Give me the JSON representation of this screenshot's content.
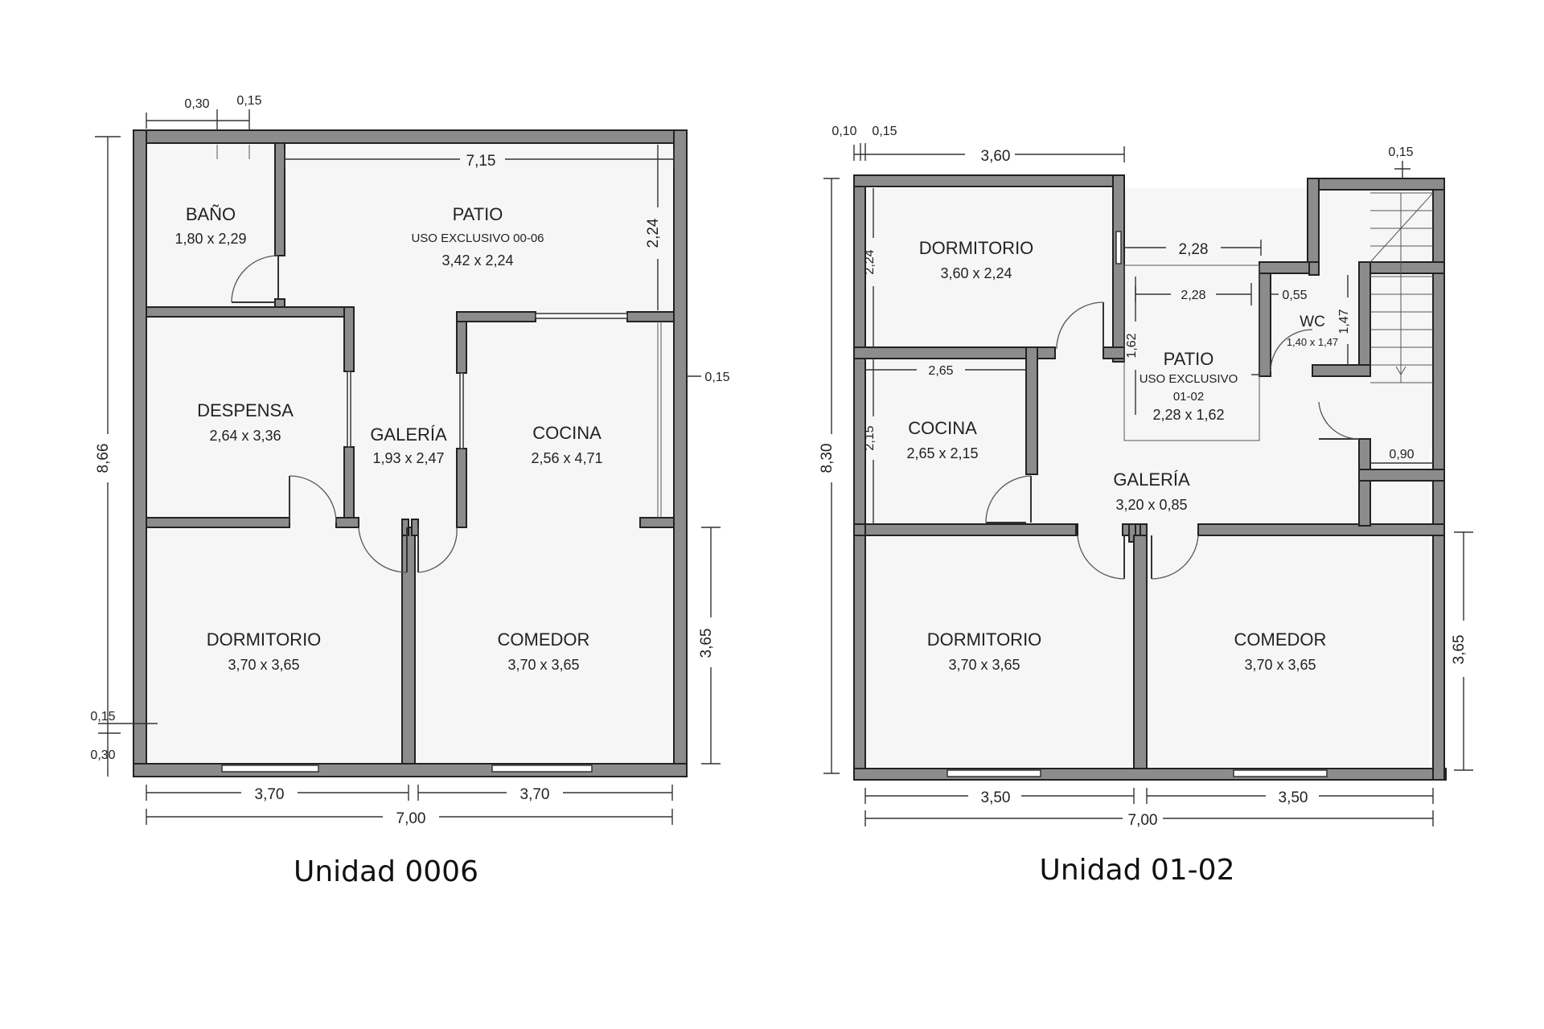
{
  "unit_a": {
    "title": "Unidad 0006",
    "rooms": {
      "bano": {
        "name": "BAÑO",
        "size": "1,80 x 2,29"
      },
      "patio": {
        "name": "PATIO",
        "note": "USO EXCLUSIVO 00-06",
        "size": "3,42 x 2,24"
      },
      "despensa": {
        "name": "DESPENSA",
        "size": "2,64 x 3,36"
      },
      "galeria": {
        "name": "GALERÍA",
        "size": "1,93 x 2,47"
      },
      "cocina": {
        "name": "COCINA",
        "size": "2,56 x 4,71"
      },
      "dormitorio": {
        "name": "DORMITORIO",
        "size": "3,70 x 3,65"
      },
      "comedor": {
        "name": "COMEDOR",
        "size": "3,70 x 3,65"
      }
    },
    "dims": {
      "top_030": "0,30",
      "top_015": "0,15",
      "patio_width": "7,15",
      "patio_depth": "2,24",
      "right_015": "0,15",
      "total_height": "8,66",
      "comedor_height": "3,65",
      "bottom_left_015": "0,15",
      "bottom_left_030": "0,30",
      "bottom_left_width": "3,70",
      "bottom_right_width": "3,70",
      "total_width": "7,00"
    }
  },
  "unit_b": {
    "title": "Unidad 01-02",
    "rooms": {
      "dormitorio_top": {
        "name": "DORMITORIO",
        "size": "3,60 x 2,24"
      },
      "cocina": {
        "name": "COCINA",
        "size": "2,65 x 2,15"
      },
      "patio": {
        "name": "PATIO",
        "note1": "USO EXCLUSIVO",
        "note2": "01-02",
        "size": "2,28 x 1,62"
      },
      "wc": {
        "name": "WC",
        "size": "1,40 x 1,47"
      },
      "galeria": {
        "name": "GALERÍA",
        "size": "3,20 x 0,85"
      },
      "dormitorio": {
        "name": "DORMITORIO",
        "size": "3,70 x 3,65"
      },
      "comedor": {
        "name": "COMEDOR",
        "size": "3,70 x 3,65"
      }
    },
    "dims": {
      "top_010": "0,10",
      "top_015": "0,15",
      "top_width": "3,60",
      "stair_015": "0,15",
      "patio_228_a": "2,28",
      "patio_228_b": "2,28",
      "wc_055": "0,55",
      "wc_147": "1,47",
      "patio_162": "1,62",
      "dorm_224": "2,24",
      "cocina_265": "2,65",
      "cocina_215": "2,15",
      "stair_090": "0,90",
      "total_height": "8,30",
      "comedor_height": "3,65",
      "bottom_left_width": "3,50",
      "bottom_right_width": "3,50",
      "total_width": "7,00"
    }
  }
}
